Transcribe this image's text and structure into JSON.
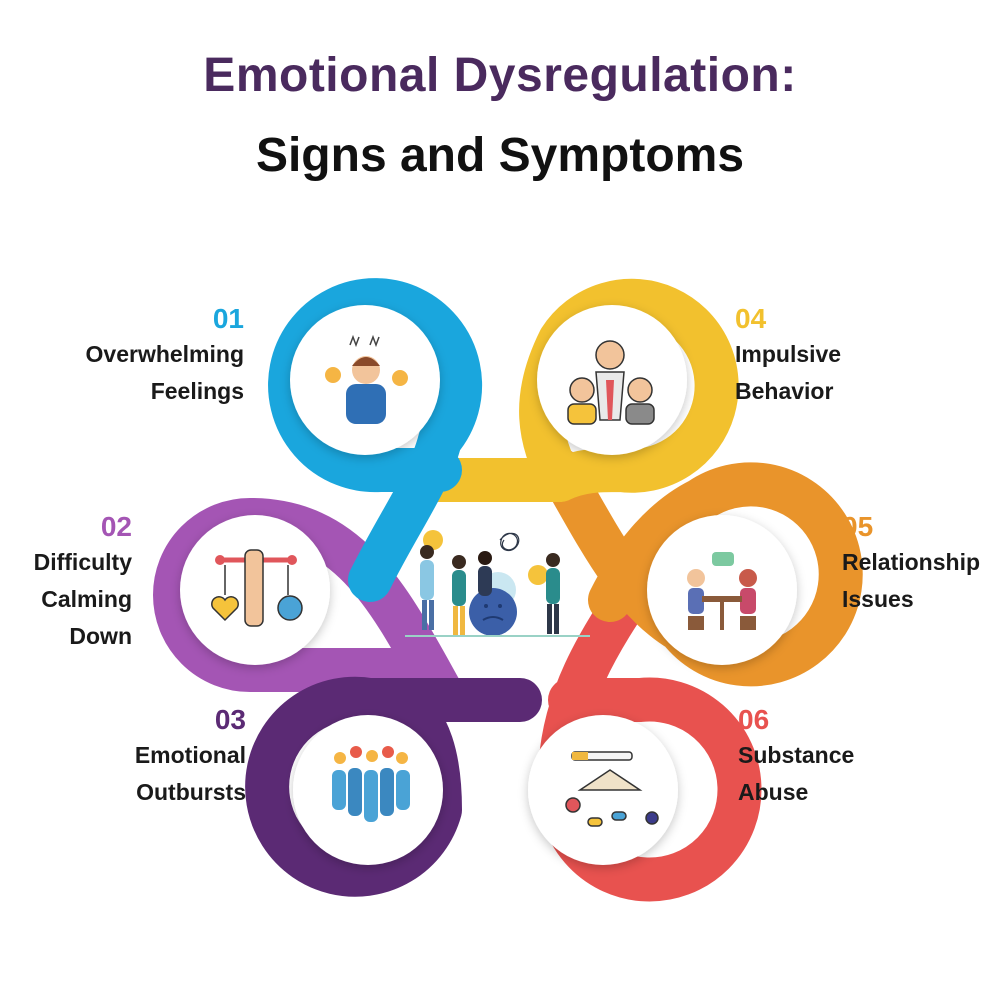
{
  "title": {
    "line1": "Emotional Dysregulation:",
    "line2": "Signs and Symptoms",
    "line1_color": "#4a2a5e"
  },
  "items": [
    {
      "number": "01",
      "label": "Overwhelming\nFeelings",
      "color": "#1aa6dd",
      "icon": "stressed-person-icon"
    },
    {
      "number": "02",
      "label": "Difficulty\nCalming\nDown",
      "color": "#a455b4",
      "icon": "heart-brain-balance-icon"
    },
    {
      "number": "03",
      "label": "Emotional\nOutbursts",
      "color": "#5b2a74",
      "icon": "angry-crowd-icon"
    },
    {
      "number": "04",
      "label": "Impulsive\nBehavior",
      "color": "#f2c12e",
      "icon": "arguing-men-icon"
    },
    {
      "number": "05",
      "label": "Relationship\nIssues",
      "color": "#e9942b",
      "icon": "couple-talking-icon"
    },
    {
      "number": "06",
      "label": "Substance\nAbuse",
      "color": "#e8524f",
      "icon": "drugs-cigarette-icon"
    }
  ],
  "center": {
    "icon": "people-emotions-illustration"
  }
}
